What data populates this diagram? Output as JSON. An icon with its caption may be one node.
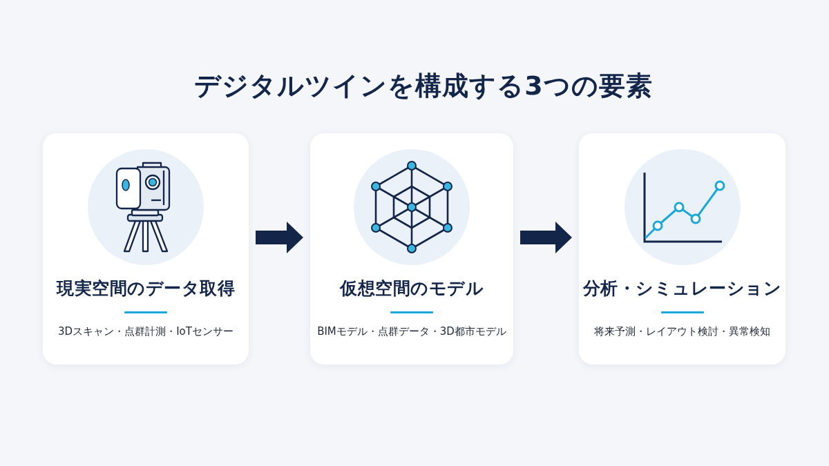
{
  "diagram": {
    "title": "デジタルツインを構成する3つの要素",
    "nodes": [
      {
        "text": [
          "現実空間のデータ取得",
          "3Dスキャン・点群計測・IoTセンサー"
        ]
      },
      {
        "text": [
          "仮想空間のモデル",
          "BIMモデル・点群データ・3D都市モデル"
        ]
      },
      {
        "text": [
          "分析・シミュレーション",
          "将来予測・レイアウト検討・異常検知"
        ]
      }
    ],
    "edges": [
      {
        "from": 0,
        "to": 1,
        "arrow": "to"
      },
      {
        "from": 1,
        "to": 2,
        "arrow": "to"
      }
    ]
  }
}
